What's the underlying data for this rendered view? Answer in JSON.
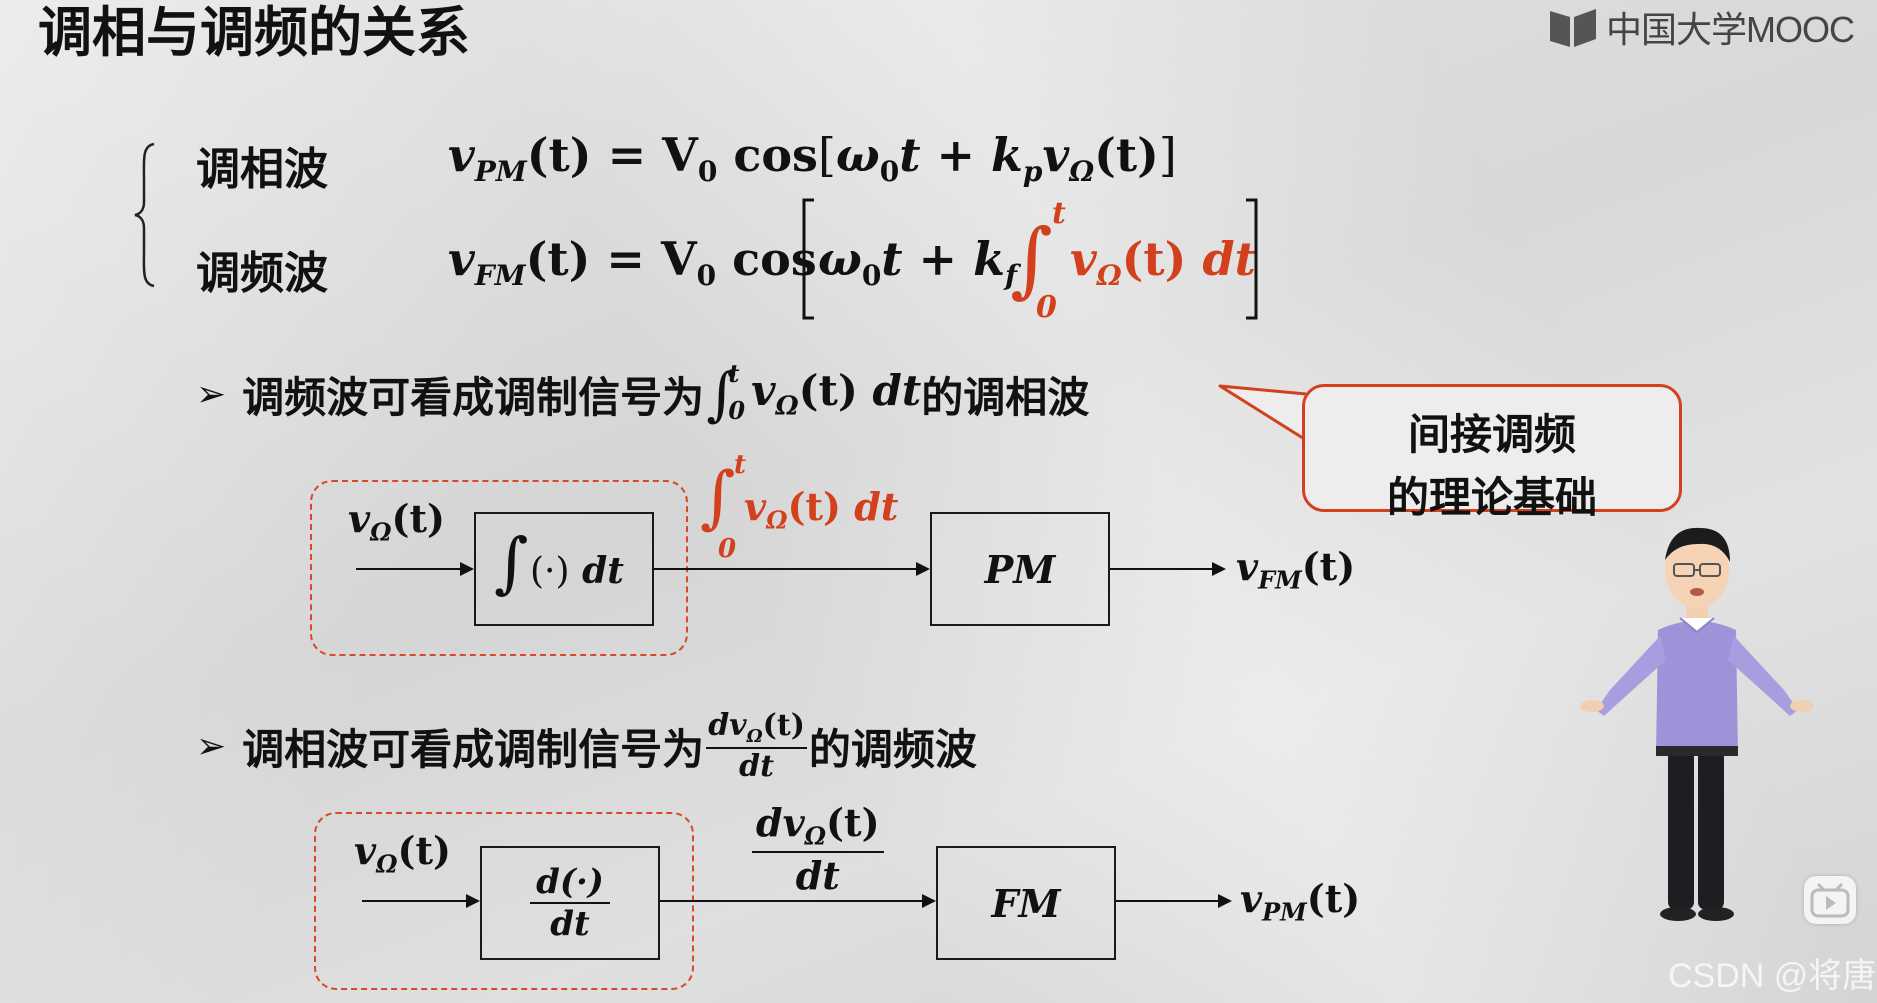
{
  "title": "调相与调频的关系",
  "logo": {
    "text": "中国大学MOOC",
    "icon": "mooc-book-icon"
  },
  "equations": {
    "pm_label": "调相波",
    "fm_label": "调频波",
    "pm_lhs": "v",
    "pm_lhs_sub": "PM",
    "fm_lhs_sub": "FM",
    "rhs_start": "(t) = V",
    "v0_sub": "0",
    "cos": "cos",
    "pm_inner": "ω",
    "pm_tail": "t + k",
    "kp_sub": "p",
    "kf_sub": "f",
    "v_omega": "v",
    "omega_sub": "Ω",
    "of_t": "(t)",
    "dt": "dt",
    "int_upper": "t",
    "int_lower": "0"
  },
  "statements": {
    "s1_prefix": "调频波可看成调制信号为",
    "s1_suffix": "的调相波",
    "s2_prefix": "调相波可看成调制信号为",
    "s2_suffix": "的调频波",
    "bullet": "➢"
  },
  "callout": {
    "line1": "间接调频",
    "line2": "的理论基础"
  },
  "diagram1": {
    "input": "v",
    "block1": "(·) dt",
    "block2": "PM",
    "output_sub": "FM",
    "mid_label_upper": "t",
    "mid_label_lower": "0"
  },
  "diagram2": {
    "block1_num": "d(·)",
    "block1_den": "dt",
    "block2": "FM",
    "output_sub": "PM",
    "mid_num": "dv",
    "mid_den": "dt"
  },
  "watermark": "CSDN @将唐",
  "colors": {
    "accent": "#d2401e",
    "callout_border": "#d2401e",
    "dashed": "#d8482a"
  }
}
